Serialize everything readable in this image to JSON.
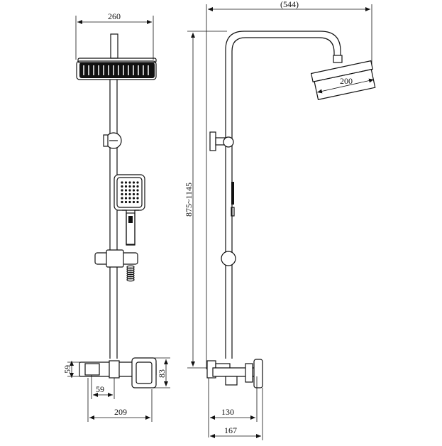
{
  "drawing": {
    "front_view": {
      "showerhead_width": "260",
      "valve_height": "59",
      "valve_offset": "59",
      "base_width": "209",
      "handle_height": "83"
    },
    "side_view": {
      "overall_reach": "(544)",
      "head_diameter": "200",
      "height_range": "875~1145",
      "spout_depth": "130",
      "total_depth": "167"
    }
  }
}
